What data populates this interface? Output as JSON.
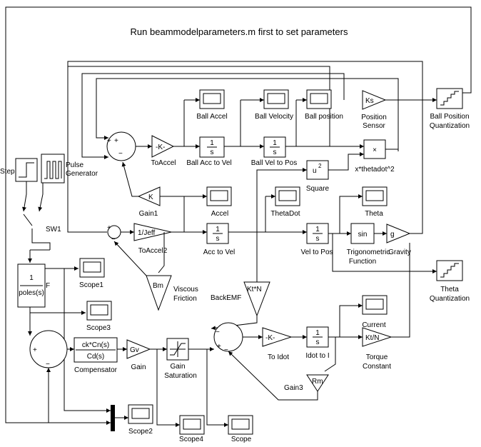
{
  "title": "Run beammodelparameters.m first to set parameters",
  "labels": {
    "ball_accel": "Ball Accel",
    "ball_velocity": "Ball Velocity",
    "ball_position": "Ball position",
    "position_sensor_1": "Position",
    "position_sensor_2": "Sensor",
    "ball_pos_quant_1": "Ball Position",
    "ball_pos_quant_2": "Quantization",
    "to_accel": "ToAccel",
    "ball_acc_to_vel": "Ball Acc to Vel",
    "ball_vel_to_pos": "Ball Vel to Pos",
    "xthetadot2": "x*thetadot^2",
    "step": "Step",
    "pulse_gen_1": "Pulse",
    "pulse_gen_2": "Generator",
    "square": "Square",
    "gain1": "Gain1",
    "accel": "Accel",
    "thetadot": "ThetaDot",
    "theta": "Theta",
    "sw1": "SW1",
    "to_accel2": "ToAccel2",
    "acc_to_vel": "Acc to Vel",
    "vel_to_pos": "Vel to Pos",
    "trig_1": "Trigonometric",
    "trig_2": "Function",
    "gravity": "Gravity",
    "theta_quant_1": "Theta",
    "theta_quant_2": "Quantization",
    "scope1": "Scope1",
    "viscous_1": "Viscous",
    "viscous_2": "Friction",
    "backemf": "BackEMF",
    "scope3": "Scope3",
    "current": "Current",
    "compensator": "Compensator",
    "gain": "Gain",
    "gain_sat_1": "Gain",
    "gain_sat_2": "Saturation",
    "to_idot": "To Idot",
    "idot_to_i": "Idot to I",
    "torque_1": "Torque",
    "torque_2": "Constant",
    "gain3": "Gain3",
    "scope2": "Scope2",
    "scope4": "Scope4",
    "scope": "Scope",
    "f_port": "F"
  },
  "block_text": {
    "ks": "Ks",
    "k_minus": "-K-",
    "k": "K",
    "one": "1",
    "s": "s",
    "u": "u",
    "two": "2",
    "times": "×",
    "inv_jeff": "1/Jeff",
    "sin": "sin",
    "g": "g",
    "poles": "poles(s)",
    "bm": "Bm",
    "ktn": "Kt*N",
    "ck_cn": "ck*Cn(s)",
    "cd": "Cd(s)",
    "gv": "Gv",
    "rm": "Rm",
    "ktn2": "Kt/N",
    "plus": "+",
    "minus": "−"
  }
}
